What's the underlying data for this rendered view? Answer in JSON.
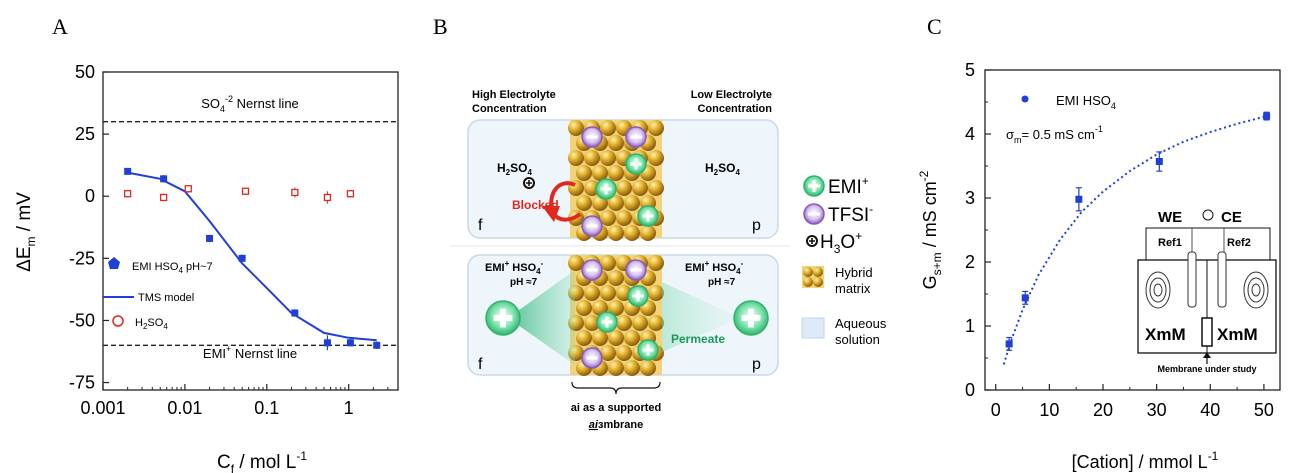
{
  "panels": {
    "A": {
      "letter": "A",
      "xlabel": "C",
      "xlabel_sub": "f",
      "xlabel_unit": " / mol L",
      "xlabel_sup": "-1",
      "ylabel": "ΔE",
      "ylabel_sub": "m",
      "ylabel_unit": " / mV",
      "nernst_top_label": "SO",
      "nernst_top_sub": "4",
      "nernst_top_sup": "-2",
      "nernst_top_tail": " Nernst line",
      "nernst_bottom_label": "EMI",
      "nernst_bottom_sup": "+",
      "nernst_bottom_tail": " Nernst line",
      "legend": [
        {
          "label": "EMI HSO",
          "sub": "4",
          "tail": " pH~7"
        },
        {
          "label": "TMS model",
          "sub": "",
          "tail": ""
        },
        {
          "label": "H",
          "sub": "2",
          "tail": "SO",
          "sub2": "4"
        }
      ],
      "x_ticks": [
        "0.001",
        "0.01",
        "0.1",
        "1"
      ],
      "y_ticks": [
        "50",
        "25",
        "0",
        "-25",
        "-50",
        "-75"
      ]
    },
    "B": {
      "letter": "B",
      "high_label_1": "High  Electrolyte",
      "high_label_2": "Concentration",
      "low_label_1": "Low Electrolyte",
      "low_label_2": "Concentration",
      "top_left_salt": "H",
      "top_left_sub": "2",
      "top_left_tail": "SO",
      "top_left_sub2": "4",
      "top_right_salt": "H",
      "top_right_sub": "2",
      "top_right_tail": "SO",
      "top_right_sub2": "4",
      "blocked": "Blocked",
      "f_label": "f",
      "p_label": "p",
      "bottom_left_salt": "EMI",
      "bottom_left_salt2": " HSO",
      "bottom_left_ph": "pH ≈7",
      "bottom_right_salt": "EMI",
      "bottom_right_salt2": " HSO",
      "bottom_right_ph": "pH ≈7",
      "permeate": "Permeate",
      "legend_emi": "EMI",
      "legend_tfsi": "TFSI",
      "legend_h3o": "H",
      "legend_h3o_sub": "3",
      "legend_h3o_tail": "O",
      "legend_hybrid_1": "Hybrid",
      "legend_hybrid_2": "matrix",
      "legend_aqueous_1": "Aqueous",
      "legend_aqueous_2": "solution",
      "caption_1": "ai as a supported",
      "caption_2a": "ai",
      "caption_2b": "ɜmbrane"
    },
    "C": {
      "letter": "C",
      "xlabel": "[Cation] / mmol L",
      "xlabel_sup": "-1",
      "ylabel": "G",
      "ylabel_sub": "s+m",
      "ylabel_unit": " / mS cm",
      "ylabel_sup": "-2",
      "legend_label": "EMI HSO",
      "legend_sub": "4",
      "sigma": "σ",
      "sigma_sub": "m",
      "sigma_tail": "= 0.5 mS cm",
      "sigma_sup": "-1",
      "x_ticks": [
        "0",
        "10",
        "20",
        "30",
        "40",
        "50"
      ],
      "y_ticks": [
        "0",
        "1",
        "2",
        "3",
        "4",
        "5"
      ],
      "inset_we": "WE",
      "inset_ce": "CE",
      "inset_ref1": "Ref1",
      "inset_ref2": "Ref2",
      "inset_xmm_left": "XmM",
      "inset_xmm_right": "XmM",
      "inset_caption": "Membrane under study"
    }
  },
  "colors": {
    "blue": "#1f3fd6",
    "red": "#e0281e",
    "green": "#3fc77a",
    "purple": "#9b6cc7",
    "gold": "#d8a521",
    "panel_fill": "#eef5fb"
  },
  "chart_data": [
    {
      "panel": "A",
      "type": "scatter",
      "xscale": "log",
      "xlim": [
        0.001,
        4
      ],
      "ylim": [
        -78,
        50
      ],
      "reference_lines": [
        30,
        -60
      ],
      "series": [
        {
          "name": "EMI HSO4 pH~7",
          "x": [
            0.002,
            0.0055,
            0.02,
            0.05,
            0.22,
            0.55,
            1.05,
            2.2
          ],
          "y": [
            10,
            7,
            -17,
            -25,
            -47,
            -59,
            -59,
            -60
          ],
          "yerr": [
            1,
            1.5,
            1.5,
            1.5,
            1.5,
            3,
            1.5,
            1.5
          ]
        },
        {
          "name": "H2SO4",
          "x": [
            0.002,
            0.0055,
            0.011,
            0.055,
            0.22,
            0.55,
            1.05
          ],
          "y": [
            1,
            -0.5,
            3,
            2,
            1.5,
            -0.5,
            1
          ],
          "yerr": [
            1.5,
            1.5,
            1.5,
            1,
            2,
            2.5,
            1.5
          ]
        }
      ],
      "model": {
        "name": "TMS model",
        "x": [
          0.002,
          0.005,
          0.01,
          0.02,
          0.05,
          0.1,
          0.2,
          0.5,
          1,
          2.2
        ],
        "y": [
          9.5,
          7,
          2,
          -10,
          -27,
          -37,
          -47,
          -55,
          -57,
          -58
        ]
      }
    },
    {
      "panel": "C",
      "type": "scatter",
      "xlim": [
        -2,
        53
      ],
      "ylim": [
        0,
        5
      ],
      "series": [
        {
          "name": "EMI HSO4",
          "x": [
            2.5,
            5.5,
            15.5,
            30.5,
            50.5
          ],
          "y": [
            0.72,
            1.44,
            2.98,
            3.57,
            4.28
          ],
          "yerr": [
            0.1,
            0.1,
            0.18,
            0.15,
            0.06
          ]
        }
      ],
      "fit": {
        "x": [
          1.5,
          3,
          5,
          8,
          12,
          16,
          20,
          25,
          30,
          35,
          40,
          45,
          50.5
        ],
        "y": [
          0.4,
          0.8,
          1.25,
          1.8,
          2.35,
          2.78,
          3.1,
          3.42,
          3.68,
          3.88,
          4.03,
          4.16,
          4.28
        ]
      }
    }
  ]
}
